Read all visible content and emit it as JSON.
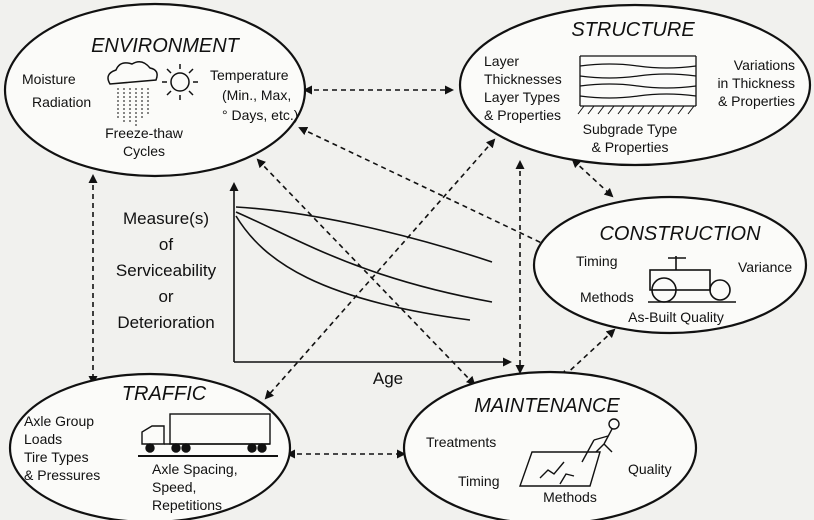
{
  "environment": {
    "title": "ENVIRONMENT",
    "moisture": "Moisture",
    "radiation": "Radiation",
    "freeze_thaw_1": "Freeze-thaw",
    "freeze_thaw_2": "Cycles",
    "temp_1": "Temperature",
    "temp_2": "(Min., Max,",
    "temp_3": "° Days, etc.)",
    "cloud_icon": "rain-cloud-icon",
    "sun_icon": "sun-icon"
  },
  "structure": {
    "title": "STRUCTURE",
    "layer_1": "Layer",
    "layer_2": "Thicknesses",
    "layer_3": "Layer Types",
    "layer_4": "& Properties",
    "var_1": "Variations",
    "var_2": "in Thickness",
    "var_3": "& Properties",
    "sub_1": "Subgrade Type",
    "sub_2": "& Properties",
    "layers_icon": "pavement-layers-icon"
  },
  "construction": {
    "title": "CONSTRUCTION",
    "timing": "Timing",
    "variance": "Variance",
    "methods": "Methods",
    "asbuilt": "As-Built Quality",
    "roller_icon": "road-roller-icon"
  },
  "traffic": {
    "title": "TRAFFIC",
    "l1": "Axle Group",
    "l2": "Loads",
    "l3": "Tire Types",
    "l4": "& Pressures",
    "r1": "Axle Spacing,",
    "r2": "Speed,",
    "r3": "Repetitions",
    "truck_icon": "truck-icon"
  },
  "maintenance": {
    "title": "MAINTENANCE",
    "treatments": "Treatments",
    "timing": "Timing",
    "quality": "Quality",
    "methods": "Methods",
    "worker_icon": "road-worker-icon"
  },
  "center": {
    "m1": "Measure(s)",
    "m2": "of",
    "m3": "Serviceability",
    "m4": "or",
    "m5": "Deterioration",
    "age": "Age"
  }
}
